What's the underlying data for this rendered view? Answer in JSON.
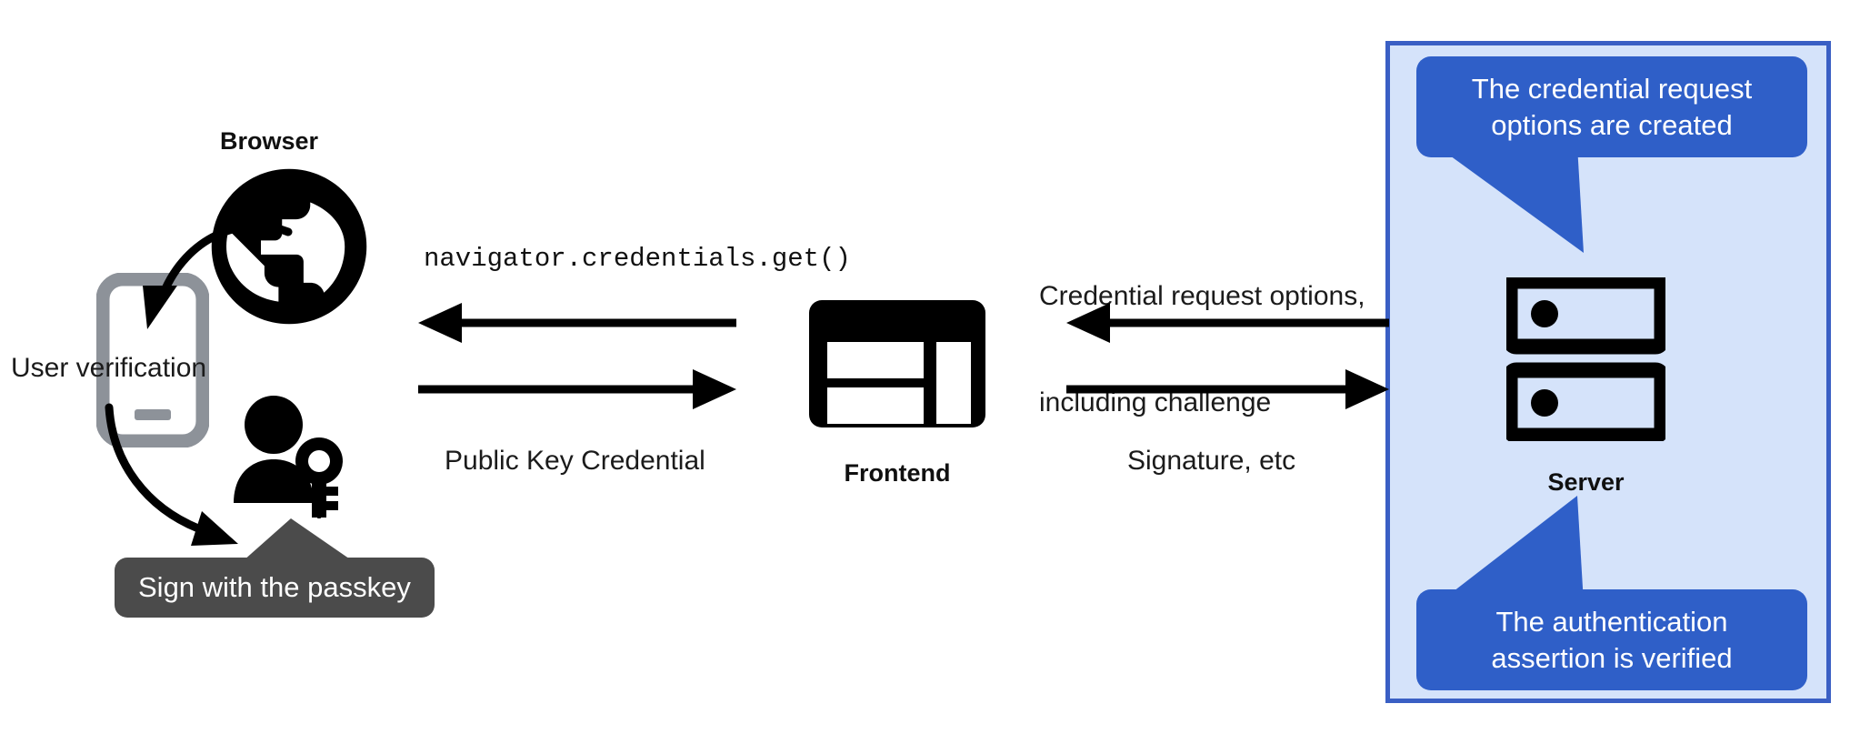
{
  "diagram": {
    "title_visible": false,
    "colors": {
      "panel_fill": "#d5e3fa",
      "panel_border": "#3a5fc4",
      "callout_blue": "#2f5fc8",
      "callout_dark": "#4b4b4b",
      "icon_black": "#000000",
      "phone_gray": "#8d9299",
      "text": "#1b1b1b",
      "callout_text": "#ffffff"
    }
  },
  "browser": {
    "label": "Browser",
    "icon": "globe-icon"
  },
  "device": {
    "icon": "smartphone-icon",
    "caption": "User verification"
  },
  "user": {
    "icon": "person-with-key-icon",
    "callout": "Sign with the passkey"
  },
  "frontend": {
    "label": "Frontend",
    "icon": "web-layout-icon"
  },
  "server": {
    "label": "Server",
    "icon": "server-rack-icon",
    "callout_top": {
      "line1": "The credential request",
      "line2": "options are created"
    },
    "callout_bottom": {
      "line1": "The authentication",
      "line2": "assertion is verified"
    }
  },
  "flows": {
    "browser_to_frontend": {
      "top_label": "navigator.credentials.get()",
      "top_direction": "left",
      "bottom_label": "Public Key Credential",
      "bottom_direction": "right"
    },
    "frontend_to_server": {
      "top_label_line1": "Credential request options,",
      "top_label_line2": "including challenge",
      "top_direction": "left",
      "bottom_label": "Signature, etc",
      "bottom_direction": "right"
    }
  }
}
